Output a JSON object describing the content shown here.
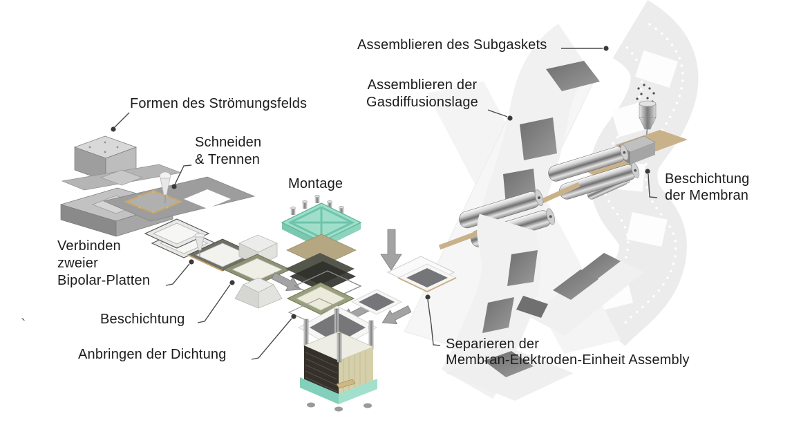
{
  "figure": {
    "background": "#ffffff",
    "type": "process-diagram",
    "subject": "fuel-cell stack production chain"
  },
  "labels": {
    "subgasket": "Assemblieren des Subgaskets",
    "gasdiffusion1": "Assemblieren der",
    "gasdiffusion2": "Gasdiffusionslage",
    "formen": "Formen des Strömungsfelds",
    "schneiden1": "Schneiden",
    "schneiden2": "& Trennen",
    "montage": "Montage",
    "beschichtung_membran1": "Beschichtung",
    "beschichtung_membran2": "der Membran",
    "verbinden1": "Verbinden",
    "verbinden2": "zweier",
    "verbinden3": "Bipolar-Platten",
    "beschichtung": "Beschichtung",
    "anbringen": "Anbringen der Dichtung",
    "separieren1": "Separieren der",
    "separieren2": "Membran-Elektroden-Einheit Assembly",
    "tick": "`"
  },
  "colors": {
    "text": "#1c1c1c",
    "leader_line": "#4a4a4a",
    "endplate_teal": "#9fdfca",
    "stack_base_teal": "#8ed6c2",
    "membrane_tan": "#c9b189",
    "plate_tan": "#b5a782",
    "gdl_patch_gray": "#8a8a8a",
    "web_gray": "#ececec",
    "metal_gray": "#b9b9b9",
    "olive_frame": "#9aa07c"
  },
  "illustration": {
    "stations": [
      "press-station",
      "cut-sheet-with-plate-outline",
      "laser-tool",
      "bipolar-plate-pair",
      "dispenser-tool",
      "coating-press",
      "montage-stack",
      "fuel-cell-stack",
      "mea-frames",
      "roller-pair-center",
      "roller-pair-upper",
      "membrane-coating-station",
      "subgasket-web",
      "gdl-web"
    ]
  }
}
